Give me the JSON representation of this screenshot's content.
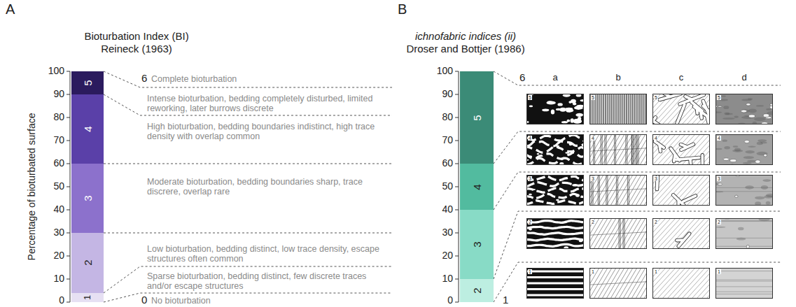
{
  "diagram": {
    "nodes": [
      {
        "text": [
          "1"
        ]
      },
      {
        "text": [
          "2"
        ]
      },
      {
        "text": [
          "3"
        ]
      },
      {
        "text": [
          "4"
        ]
      },
      {
        "text": [
          "5"
        ]
      },
      {
        "text": [
          "2"
        ]
      },
      {
        "text": [
          "3"
        ]
      },
      {
        "text": [
          "4"
        ]
      },
      {
        "text": [
          "5"
        ]
      }
    ],
    "labels": [
      "A",
      "Bioturbation Index (BI)",
      "Reineck (1963)",
      "Percentage of bioturbated surface",
      "100",
      "90",
      "80",
      "70",
      "60",
      "50",
      "40",
      "30",
      "20",
      "10",
      "0",
      "6",
      "Complete bioturbation",
      "Intense bioturbation, bedding completely disturbed, limited reworking, later burrows discrete",
      "High bioturbation, bedding boundaries indistinct, high trace density with overlap common",
      "Moderate bioturbation, bedding boundaries sharp, trace discrere, overlap rare",
      "Low bioturbation, bedding distinct, low trace density, escape structures often common",
      "Sparse bioturbation, bedding distinct, few discrete traces and/or escape structures",
      "0",
      "No bioturbation",
      "B",
      "ichnofabric indices (ii)",
      "Droser and Bottjer (1986)",
      "100",
      "90",
      "80",
      "70",
      "60",
      "50",
      "40",
      "30",
      "20",
      "10",
      "0",
      "6",
      "1",
      "a",
      "b",
      "c",
      "d",
      "5",
      "5",
      "5",
      "5",
      "4",
      "4",
      "4",
      "4",
      "3",
      "3",
      "3",
      "3",
      "2",
      "2",
      "2",
      "2",
      "1",
      "1",
      "1",
      "1"
    ]
  }
}
